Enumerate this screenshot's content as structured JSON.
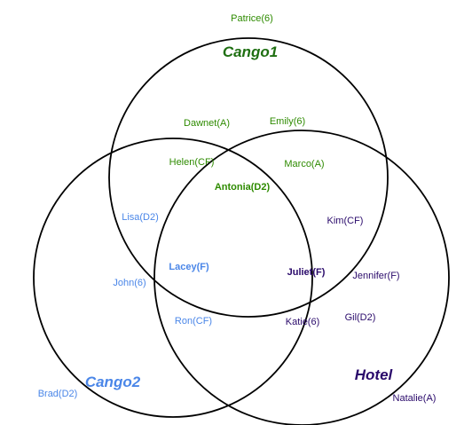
{
  "colors": {
    "cango1": "#2e8b00",
    "cango1_title": "#1f6f12",
    "cango2": "#4a86e8",
    "hotel": "#2a0a6b",
    "circle": "#000000"
  },
  "sets": {
    "cango1": {
      "title": "Cango1"
    },
    "cango2": {
      "title": "Cango2"
    },
    "hotel": {
      "title": "Hotel"
    }
  },
  "people": {
    "patrice": "Patrice(6)",
    "dawnet": "Dawnet(A)",
    "emily": "Emily(6)",
    "helen": "Helen(CF)",
    "marco": "Marco(A)",
    "antonia": "Antonia(D2)",
    "lisa": "Lisa(D2)",
    "kim": "Kim(CF)",
    "lacey": "Lacey(F)",
    "juliet": "Juliet(F)",
    "john": "John(6)",
    "jennifer": "Jennifer(F)",
    "ron": "Ron(CF)",
    "katie": "Katie(6)",
    "gil": "Gil(D2)",
    "brad": "Brad(D2)",
    "natalie": "Natalie(A)"
  }
}
